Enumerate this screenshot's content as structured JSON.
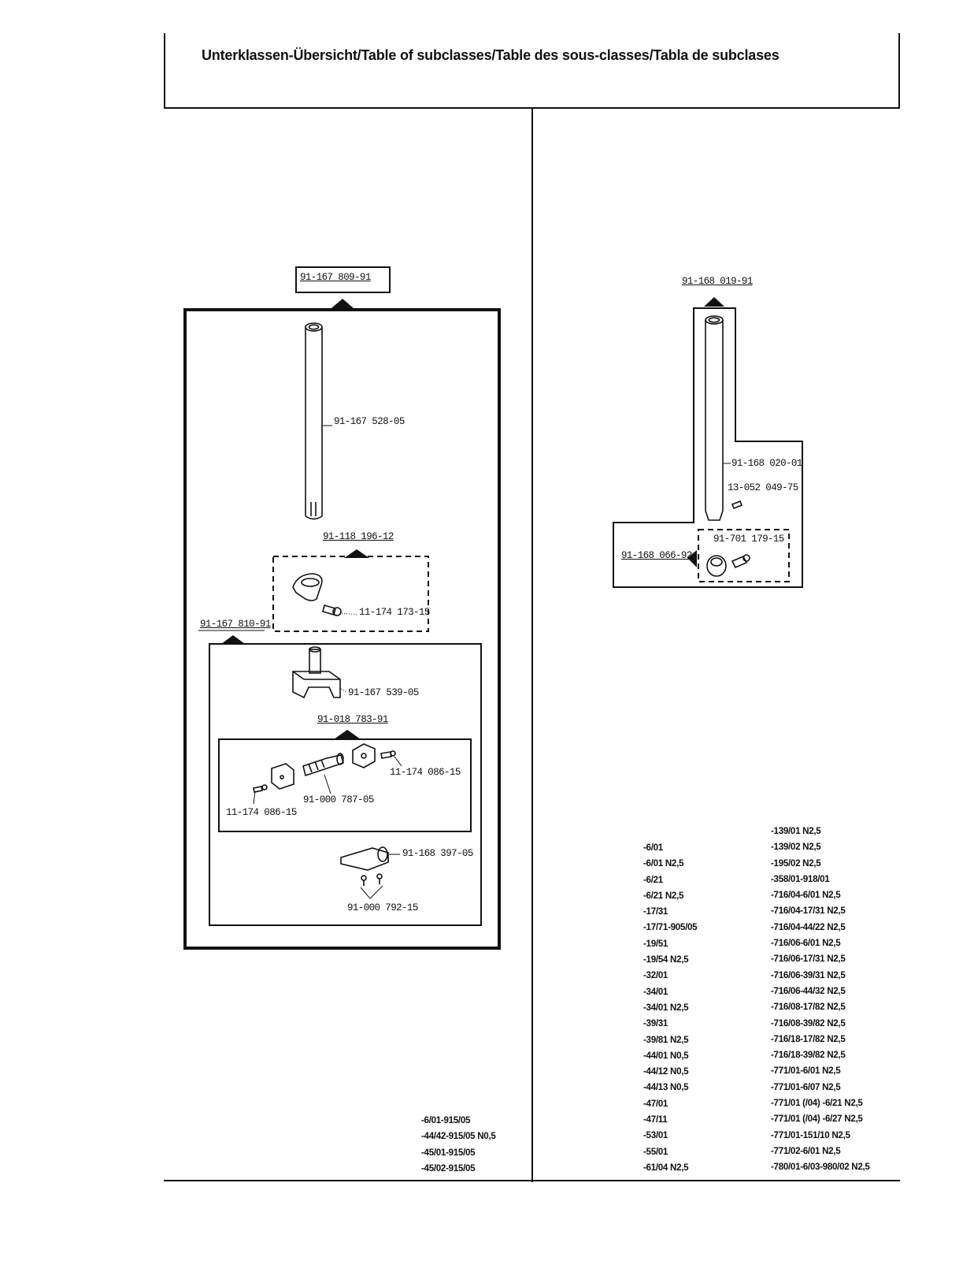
{
  "header": {
    "title": "Unterklassen-Übersicht/Table of subclasses/Table des sous-classes/Tabla de subclases"
  },
  "left_diagram": {
    "top_assembly": "91-167 809-91",
    "shaft": "91-167 528-05",
    "clamp_kit": "91-118 196-12",
    "clamp_screw": "11-174 173-15",
    "sub_assembly": "91-167 810-91",
    "guide_block": "91-167 539-05",
    "thread_guide_kit": "91-018 783-91",
    "kit_screw_right": "11-174 086-15",
    "kit_screw_left": "11-174 086-15",
    "tube_fitting": "91-000 787-05",
    "bracket": "91-168 397-05",
    "bracket_screws": "91-000 792-15"
  },
  "right_diagram": {
    "top_assembly": "91-168 019-91",
    "shaft": "91-168 020-01",
    "pin": "13-052 049-75",
    "side_assembly": "91-168 066-92",
    "collar": "91-701 179-15"
  },
  "left_subclasses": [
    "-6/01-915/05",
    "-44/42-915/05 N0,5",
    "-45/01-915/05",
    "-45/02-915/05"
  ],
  "right_subclasses_col1": [
    "-6/01",
    "-6/01 N2,5",
    "-6/21",
    "-6/21 N2,5",
    "-17/31",
    "-17/71-905/05",
    "-19/51",
    "-19/54 N2,5",
    "-32/01",
    "-34/01",
    "-34/01 N2,5",
    "-39/31",
    "-39/81 N2,5",
    "-44/01 N0,5",
    "-44/12 N0,5",
    "-44/13 N0,5",
    "-47/01",
    "-47/11",
    "-53/01",
    "-55/01",
    "-61/04 N2,5"
  ],
  "right_subclasses_col2": [
    "-139/01 N2,5",
    "-139/02 N2,5",
    "-195/02 N2,5",
    "-358/01-918/01",
    "-716/04-6/01 N2,5",
    "-716/04-17/31 N2,5",
    "-716/04-44/22 N2,5",
    "-716/06-6/01 N2,5",
    "-716/06-17/31 N2,5",
    "-716/06-39/31 N2,5",
    "-716/06-44/32 N2,5",
    "-716/08-17/82 N2,5",
    "-716/08-39/82 N2,5",
    "-716/18-17/82 N2,5",
    "-716/18-39/82 N2,5",
    "-771/01-6/01 N2,5",
    "-771/01-6/07 N2,5",
    "-771/01 (/04) -6/21 N2,5",
    "-771/01 (/04) -6/27 N2,5",
    "-771/01-151/10 N2,5",
    "-771/02-6/01 N2,5",
    "-780/01-6/03-980/02 N2,5"
  ]
}
